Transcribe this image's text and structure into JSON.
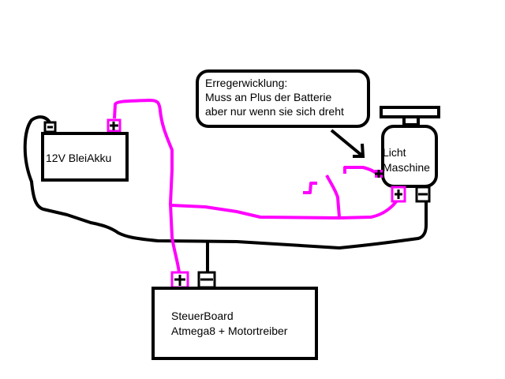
{
  "colors": {
    "wire_negative": "#000000",
    "wire_positive": "#ff00ff",
    "background": "#ffffff"
  },
  "callout": {
    "lines": [
      "Erregerwicklung:",
      "Muss an Plus der Batterie",
      "aber nur wenn sie sich dreht"
    ]
  },
  "battery": {
    "label": "12V BleiAkku",
    "terminal_plus": "+",
    "terminal_minus": "−"
  },
  "alternator": {
    "label_line1": "Licht",
    "label_line2": "Maschine",
    "terminal_plus": "+",
    "terminal_minus": "−",
    "terminal_excitation": "+"
  },
  "controller": {
    "label_line1": "SteuerBoard",
    "label_line2": "Atmega8 + Motortreiber",
    "terminal_plus": "+",
    "terminal_minus": "−"
  }
}
